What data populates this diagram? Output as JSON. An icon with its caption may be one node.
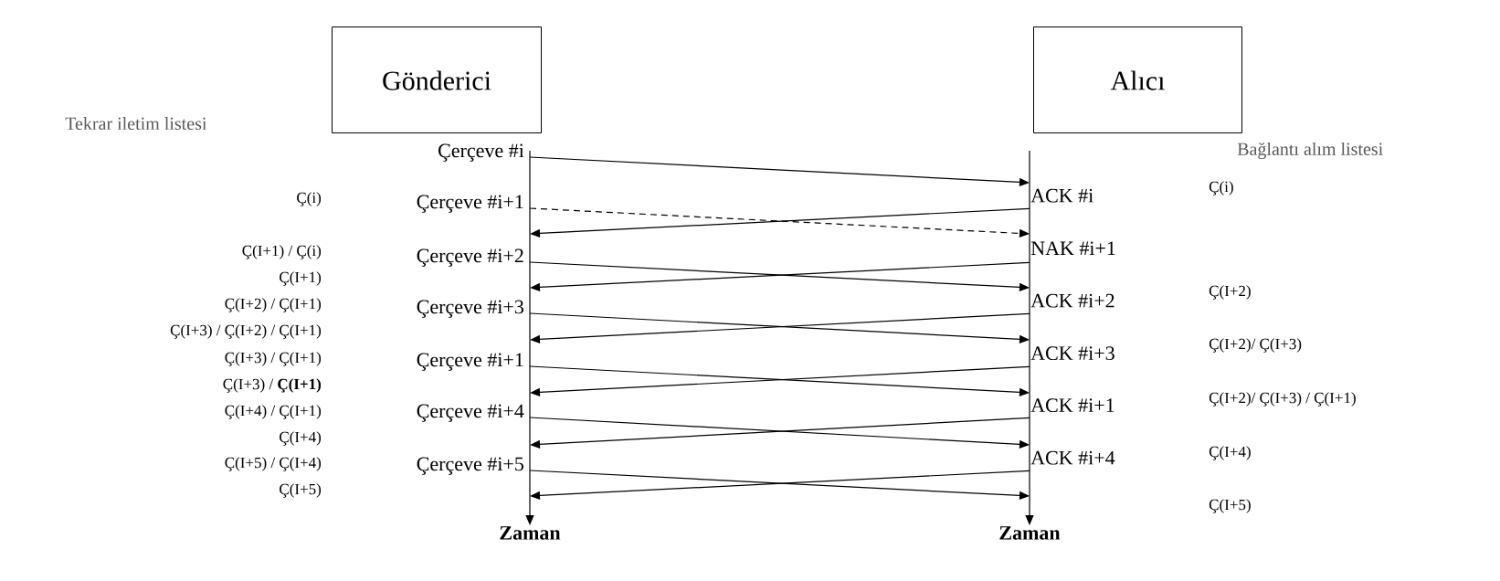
{
  "diagram": {
    "nodes": [
      {
        "text": [
          "Gönderici"
        ]
      },
      {
        "text": [
          "Alıcı"
        ]
      },
      {
        "text": [
          "Çerçeve #i"
        ]
      },
      {
        "text": [
          "Çerçeve #i+1"
        ]
      },
      {
        "text": [
          "Çerçeve #i+2"
        ]
      },
      {
        "text": [
          "Çerçeve #i+3"
        ]
      },
      {
        "text": [
          "Çerçeve #i+1"
        ]
      },
      {
        "text": [
          "Çerçeve #i+4"
        ]
      },
      {
        "text": [
          "Çerçeve #i+5"
        ]
      },
      {
        "text": [
          "ACK #i"
        ]
      },
      {
        "text": [
          "NAK #i+1"
        ]
      },
      {
        "text": [
          "ACK #i+2"
        ]
      },
      {
        "text": [
          "ACK #i+3"
        ]
      },
      {
        "text": [
          "ACK #i+1"
        ]
      },
      {
        "text": [
          "ACK #i+4"
        ]
      },
      {
        "text": [
          "Zaman"
        ]
      },
      {
        "text": [
          "Zaman"
        ]
      }
    ],
    "edges": [
      {
        "from": 2,
        "to": 9,
        "arrow": "to"
      },
      {
        "from": 3,
        "to": 10,
        "arrow": "to",
        "style": "dashed"
      },
      {
        "from": 4,
        "to": 11,
        "arrow": "to"
      },
      {
        "from": 5,
        "to": 12,
        "arrow": "to"
      },
      {
        "from": 6,
        "to": 13,
        "arrow": "to"
      },
      {
        "from": 7,
        "to": 14,
        "arrow": "to"
      },
      {
        "from": 8,
        "to": 16,
        "arrow": "to"
      },
      {
        "from": 9,
        "to": 4,
        "arrow": "to"
      },
      {
        "from": 10,
        "to": 5,
        "arrow": "to"
      },
      {
        "from": 11,
        "to": 6,
        "arrow": "to"
      },
      {
        "from": 12,
        "to": 7,
        "arrow": "to"
      },
      {
        "from": 13,
        "to": 8,
        "arrow": "to"
      },
      {
        "from": 14,
        "to": 8,
        "arrow": "to"
      },
      {
        "from": 2,
        "to": 15,
        "arrow": "to"
      },
      {
        "from": null,
        "to": 16,
        "arrow": "to"
      }
    ],
    "labels": [
      "Tekrar iletim listesi",
      "Ç(i)",
      "Ç(I+1) / Ç(i)",
      "Ç(I+1)",
      "Ç(I+2) / Ç(I+1)",
      "Ç(I+3) / Ç(I+2) / Ç(I+1)",
      "Ç(I+3) / Ç(I+1)",
      "Ç(I+3) / **Ç(I+1)**",
      "Ç(I+4) /  Ç(I+1)",
      "Ç(I+4)",
      "Ç(I+5) / Ç(I+4)",
      "Ç(I+5)",
      "Bağlantı alım listesi",
      "Ç(i)",
      "Ç(I+2)",
      "Ç(I+2)/ Ç(I+3)",
      "Ç(I+2)/ Ç(I+3) / Ç(I+1)",
      "Ç(I+4)",
      "Ç(I+5)"
    ]
  }
}
